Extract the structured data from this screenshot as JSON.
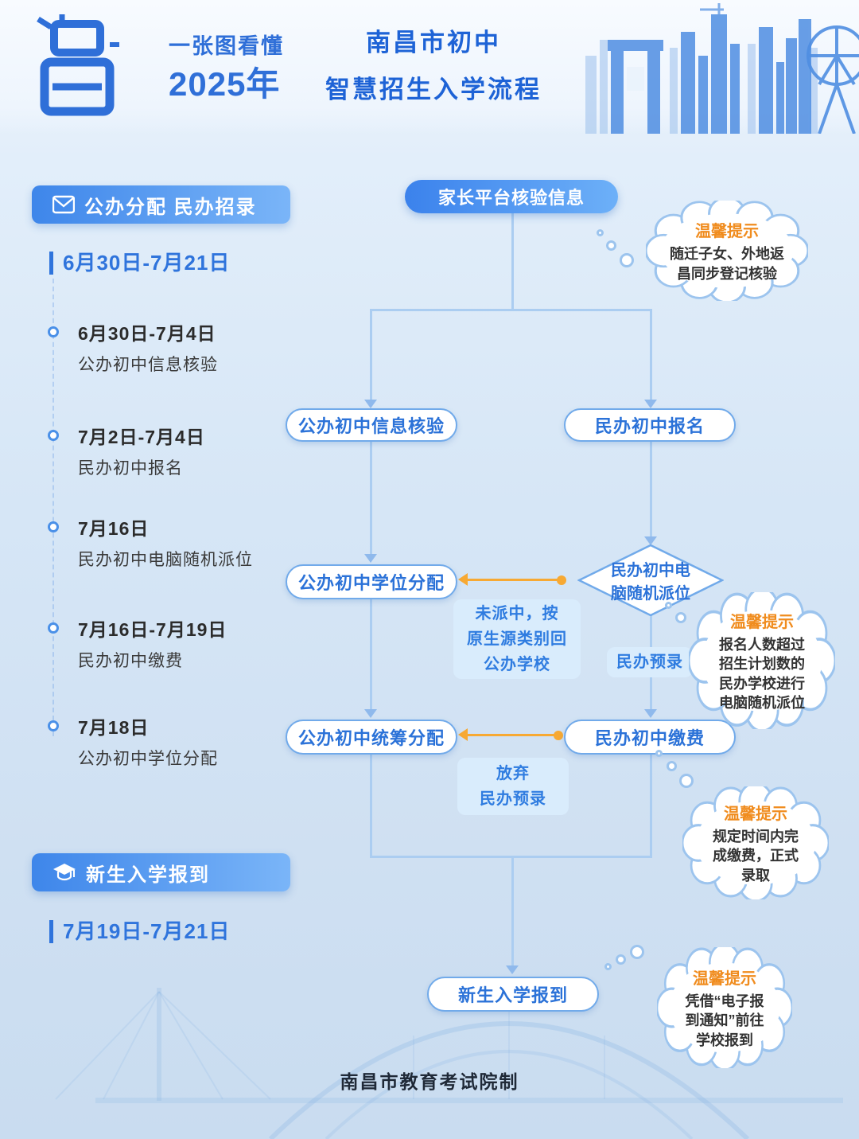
{
  "header": {
    "tagline": "一张图看懂",
    "year": "2025年",
    "title_line1": "南昌市初中",
    "title_line2": "智慧招生入学流程"
  },
  "sidebar": {
    "section1": {
      "title": "公办分配 民办招录",
      "date_range": "6月30日-7月21日",
      "items": [
        {
          "date": "6月30日-7月4日",
          "label": "公办初中信息核验"
        },
        {
          "date": "7月2日-7月4日",
          "label": "民办初中报名"
        },
        {
          "date": "7月16日",
          "label": "民办初中电脑随机派位"
        },
        {
          "date": "7月16日-7月19日",
          "label": "民办初中缴费"
        },
        {
          "date": "7月18日",
          "label": "公办初中学位分配"
        }
      ]
    },
    "section2": {
      "title": "新生入学报到",
      "date_range": "7月19日-7月21日"
    }
  },
  "flow": {
    "nodes": {
      "start": "家长平台核验信息",
      "public_verify": "公办初中信息核验",
      "private_register": "民办初中报名",
      "public_allocate": "公办初中学位分配",
      "lottery": "民办初中电\n脑随机派位",
      "public_overall": "公办初中统筹分配",
      "private_pay": "民办初中缴费",
      "final": "新生入学报到"
    },
    "labels": {
      "not_selected": "未派中，按\n原生源类别回\n公办学校",
      "pre_admit": "民办预录",
      "give_up": "放弃\n民办预录"
    }
  },
  "tips": [
    {
      "title": "温馨提示",
      "body": "随迁子女、外地返\n昌同步登记核验"
    },
    {
      "title": "温馨提示",
      "body": "报名人数超过\n招生计划数的\n民办学校进行\n电脑随机派位"
    },
    {
      "title": "温馨提示",
      "body": "规定时间内完\n成缴费，正式\n录取"
    },
    {
      "title": "温馨提示",
      "body": "凭借“电子报\n到通知”前往\n学校报到"
    }
  ],
  "footer": {
    "credit": "南昌市教育考试院制"
  },
  "colors": {
    "accent_blue": "#2f6fd8",
    "pill_border": "#71aaea",
    "orange": "#f7a933",
    "tip_orange": "#f08c1e",
    "label_bg": "#d9ecfc"
  },
  "icons": {
    "section1": "envelope-icon",
    "section2": "graduation-cap-icon"
  }
}
